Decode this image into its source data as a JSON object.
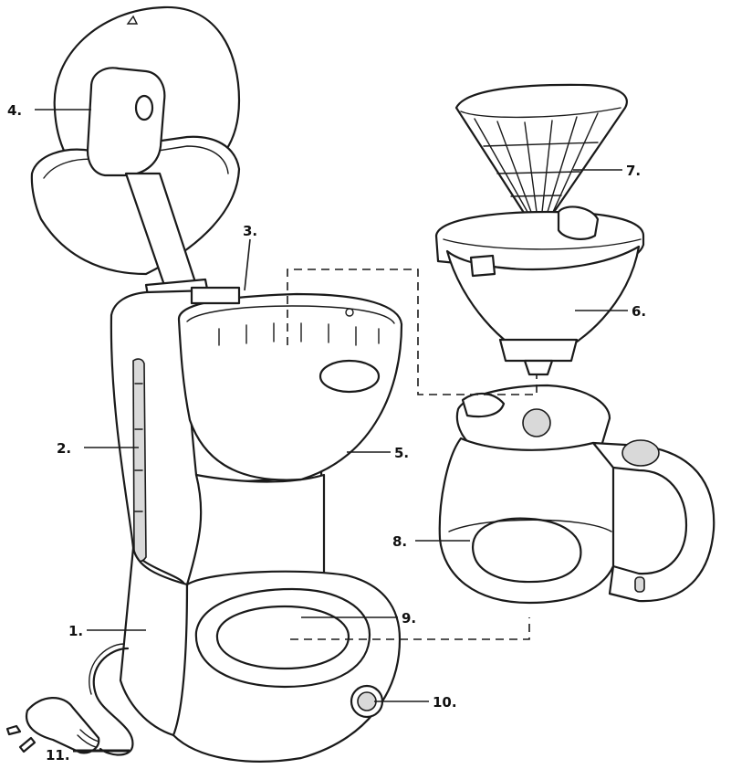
{
  "callouts": [
    {
      "id": "1",
      "text": "1."
    },
    {
      "id": "2",
      "text": "2."
    },
    {
      "id": "3",
      "text": "3."
    },
    {
      "id": "4",
      "text": "4."
    },
    {
      "id": "5",
      "text": "5."
    },
    {
      "id": "6",
      "text": "6."
    },
    {
      "id": "7",
      "text": "7."
    },
    {
      "id": "8",
      "text": "8."
    },
    {
      "id": "9",
      "text": "9."
    },
    {
      "id": "10",
      "text": "10."
    },
    {
      "id": "11",
      "text": "11."
    }
  ],
  "colors": {
    "line": "#1a1a1a",
    "background": "#ffffff",
    "fill": "#d9d9d9"
  }
}
